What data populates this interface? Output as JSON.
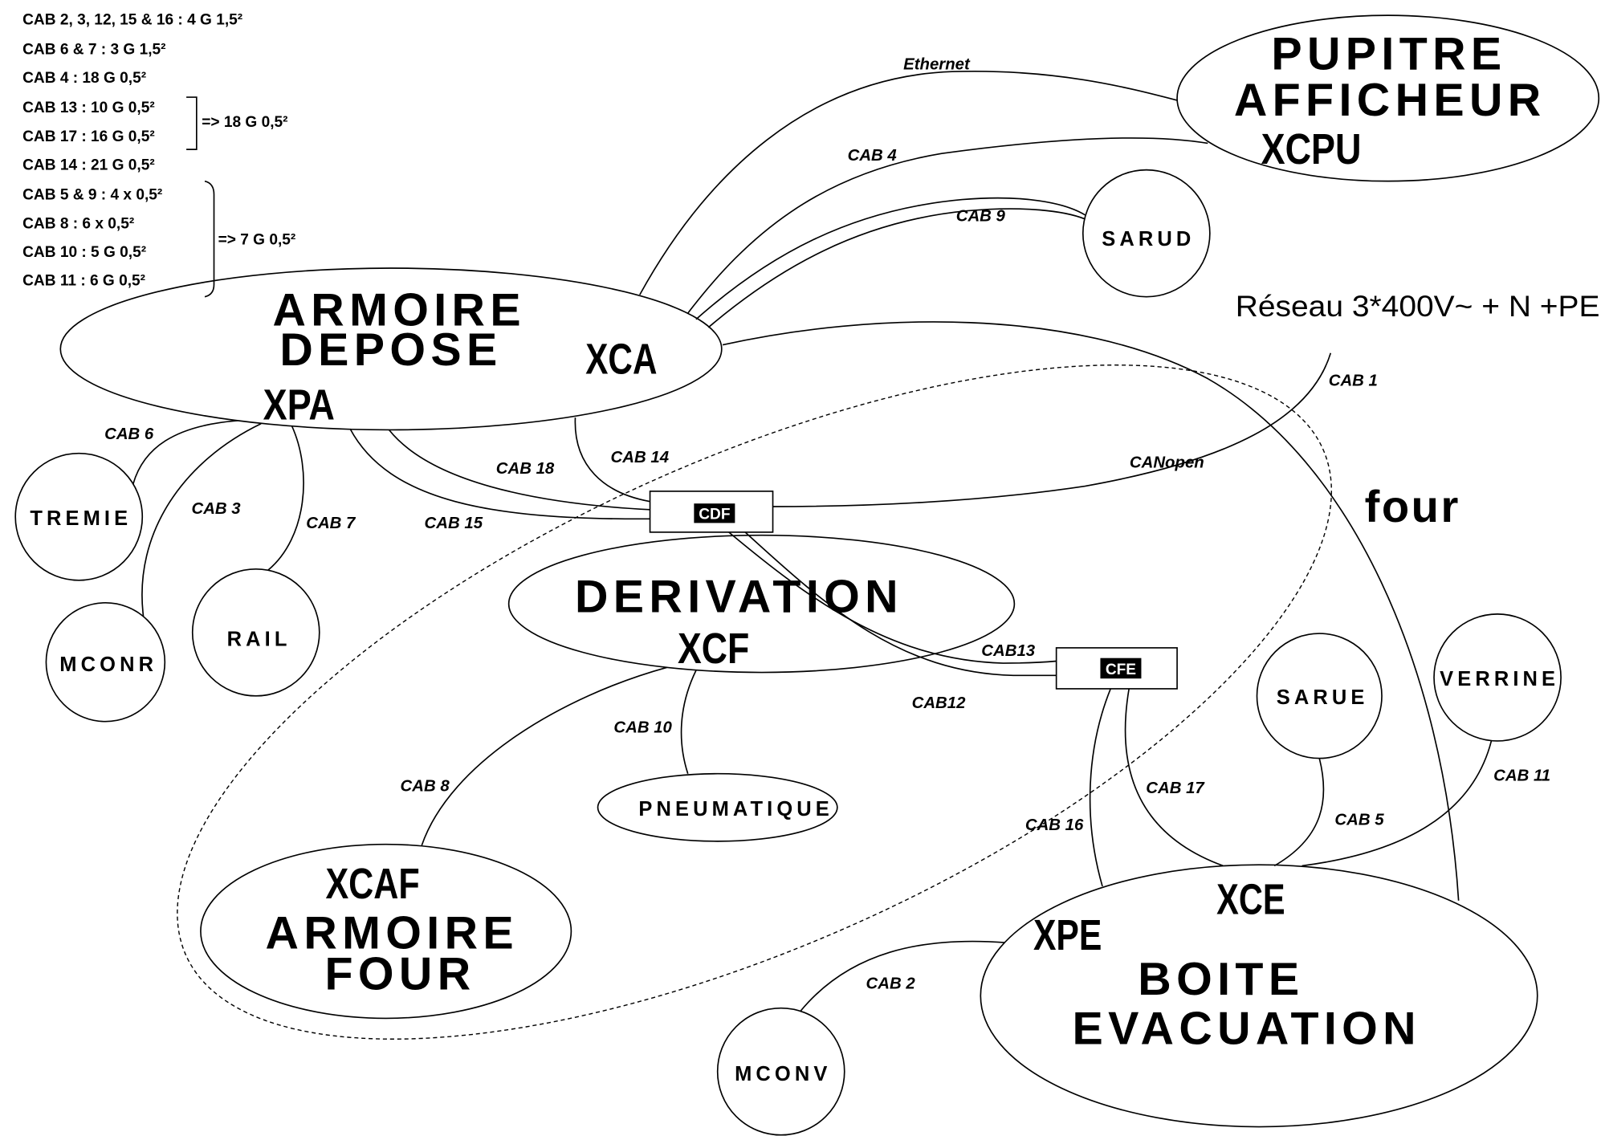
{
  "legend": {
    "lines": [
      "CAB 2, 3, 12, 15 & 16 : 4 G 1,5²",
      "CAB 6 & 7 : 3 G 1,5²",
      "CAB 4 : 18 G 0,5²",
      "CAB 13 : 10 G 0,5²",
      "CAB 17 : 16 G 0,5²",
      "CAB 14 : 21 G 0,5²",
      "CAB 5 & 9 : 4 x 0,5²",
      "CAB 8 : 6 x 0,5²",
      "CAB 10 : 5 G 0,5²",
      "CAB 11 : 6 G 0,5²"
    ],
    "group_13_17_total": "=> 18 G 0,5²",
    "group_5_11_total": "=> 7 G 0,5²"
  },
  "nodes": {
    "armoire_depose": {
      "line1": "ARMOIRE",
      "line2": "DEPOSE",
      "connector_1": "XCA",
      "connector_2": "XPA"
    },
    "pupitre_afficheur": {
      "line1": "PUPITRE",
      "line2": "AFFICHEUR",
      "connector": "XCPU"
    },
    "sarud": "SARUD",
    "tremie": "TREMIE",
    "mconr": "MCONR",
    "rail": "RAIL",
    "derivation": {
      "line1": "DERIVATION",
      "connector": "XCF"
    },
    "cdf": "CDF",
    "cfe": "CFE",
    "pneumatique": "PNEUMATIQUE",
    "armoire_four": {
      "connector": "XCAF",
      "line1": "ARMOIRE",
      "line2": "FOUR"
    },
    "boite_evacuation": {
      "connector_1": "XCE",
      "connector_2": "XPE",
      "line1": "BOITE",
      "line2": "EVACUATION"
    },
    "sarue": "SARUE",
    "verrine": "VERRINE",
    "mconv": "MCONV"
  },
  "zone": {
    "label": "four"
  },
  "supply": {
    "label": "Réseau 3*400V~ + N +PE"
  },
  "cables": {
    "ethernet": "Ethernet",
    "canopen": "CANopen",
    "cab1": "CAB 1",
    "cab2": "CAB 2",
    "cab3": "CAB 3",
    "cab4": "CAB 4",
    "cab5": "CAB 5",
    "cab6": "CAB 6",
    "cab7": "CAB 7",
    "cab8": "CAB 8",
    "cab9": "CAB 9",
    "cab10": "CAB 10",
    "cab11": "CAB 11",
    "cab12": "CAB12",
    "cab13": "CAB13",
    "cab14": "CAB 14",
    "cab15": "CAB 15",
    "cab16": "CAB 16",
    "cab17": "CAB 17",
    "cab18": "CAB 18"
  },
  "colors": {
    "ethernet": "#3ddc3d",
    "ethernet_label": "#22cc22",
    "canopen": "#8e3a8e",
    "canopen_label": "#8a2d8a"
  }
}
